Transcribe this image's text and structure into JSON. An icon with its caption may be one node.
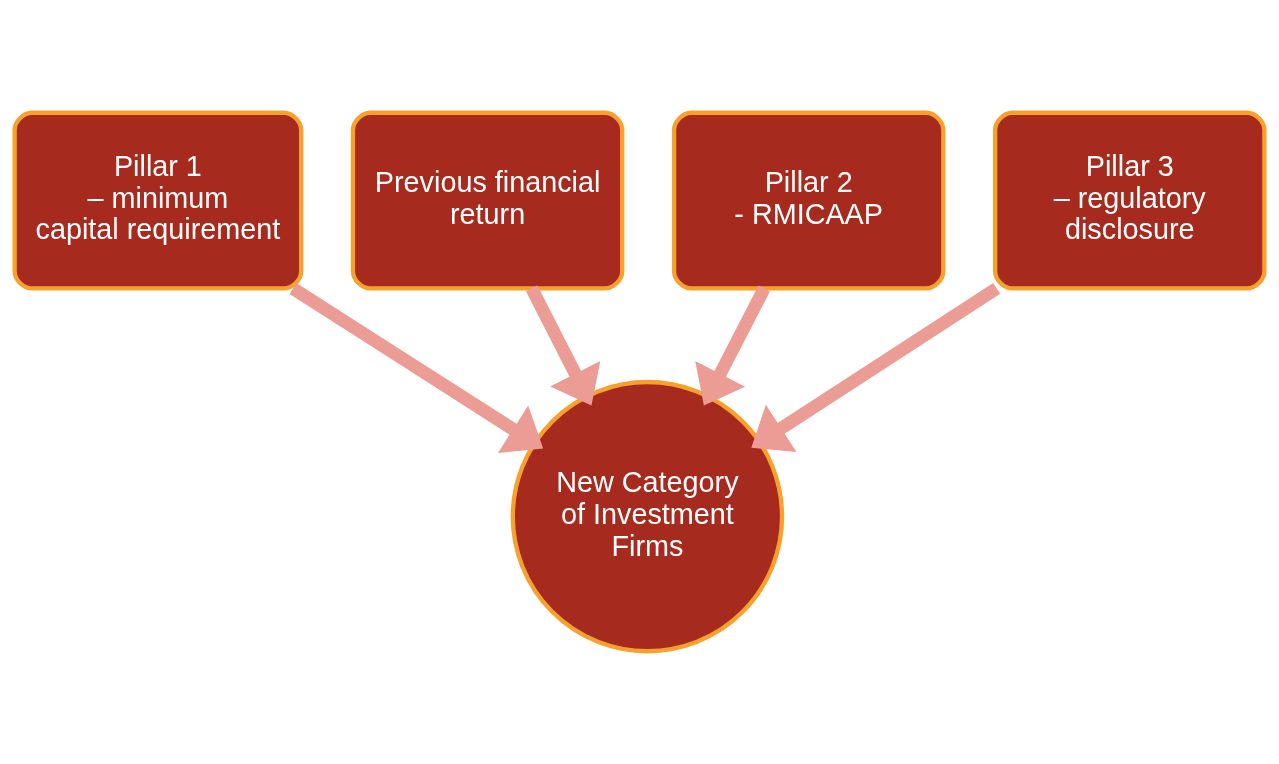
{
  "diagram": {
    "nodes": [
      {
        "text": [
          "Previous financial return"
        ]
      },
      {
        "text": [
          "Pillar 2 - RMICAAP"
        ]
      },
      {
        "text": [
          "Pillar 1 – minimum capital requirement"
        ]
      },
      {
        "text": [
          "Pillar 3 – regulatory disclosure"
        ]
      },
      {
        "text": [
          "New Category of Investment Firms"
        ]
      }
    ],
    "edges": [
      {
        "from": 0,
        "to": 4,
        "arrow": "to"
      },
      {
        "from": 1,
        "to": 4,
        "arrow": "to"
      },
      {
        "from": 2,
        "to": 4,
        "arrow": "to"
      },
      {
        "from": 3,
        "to": 4,
        "arrow": "to"
      }
    ]
  }
}
